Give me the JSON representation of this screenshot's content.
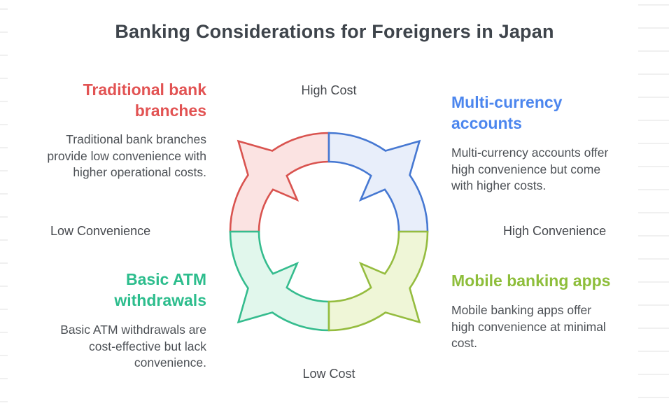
{
  "title": "Banking Considerations for Foreigners in Japan",
  "axes": {
    "top": "High Cost",
    "bottom": "Low Cost",
    "left": "Low Convenience",
    "right": "High Convenience"
  },
  "quadrants": [
    {
      "name": "traditional-bank-branches",
      "heading": "Traditional bank branches",
      "description": "Traditional bank branches provide low convenience with higher operational costs.",
      "heading_color": "#e25353",
      "stroke": "#d9534f",
      "fill": "#fbe3e2"
    },
    {
      "name": "multi-currency-accounts",
      "heading": "Multi-currency accounts",
      "description": "Multi-currency accounts offer high convenience but come with higher costs.",
      "heading_color": "#4c86ee",
      "stroke": "#4678d2",
      "fill": "#e8eefa"
    },
    {
      "name": "basic-atm-withdrawals",
      "heading": "Basic ATM withdrawals",
      "description": "Basic ATM withdrawals are cost-effective but lack convenience.",
      "heading_color": "#2dbd8d",
      "stroke": "#35bc8e",
      "fill": "#e1f7ec"
    },
    {
      "name": "mobile-banking-apps",
      "heading": "Mobile banking apps",
      "description": "Mobile banking apps offer high convenience at minimal cost.",
      "heading_color": "#8ebe3b",
      "stroke": "#95bc3f",
      "fill": "#eff6d7"
    }
  ],
  "text_color": "#4d5156"
}
